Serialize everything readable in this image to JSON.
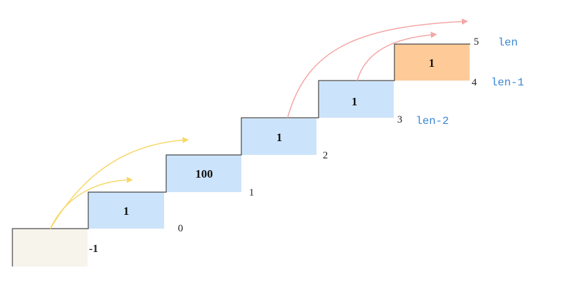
{
  "colors": {
    "ground_fill": "#f7f4ec",
    "step_fill": "#cce4fb",
    "top_step_fill": "#fecb98",
    "outline": "#444444",
    "yellow_arrow": "#f7d766",
    "red_arrow": "#f4a5a5",
    "len_text": "#3a86d6"
  },
  "steps": [
    {
      "value": "",
      "index": "-1"
    },
    {
      "value": "1",
      "index": "0"
    },
    {
      "value": "100",
      "index": "1"
    },
    {
      "value": "1",
      "index": "2"
    },
    {
      "value": "1",
      "index": "3"
    },
    {
      "value": "1",
      "index": "4"
    }
  ],
  "top_index": "5",
  "len_labels": {
    "len": "len",
    "len_minus_1": "len-1",
    "len_minus_2": "len-2"
  },
  "arrows": [
    {
      "name": "start-jump-1-arrow",
      "color": "yellow"
    },
    {
      "name": "start-jump-2-arrow",
      "color": "yellow"
    },
    {
      "name": "end-jump-1-arrow",
      "color": "red"
    },
    {
      "name": "end-jump-2-arrow",
      "color": "red"
    }
  ]
}
